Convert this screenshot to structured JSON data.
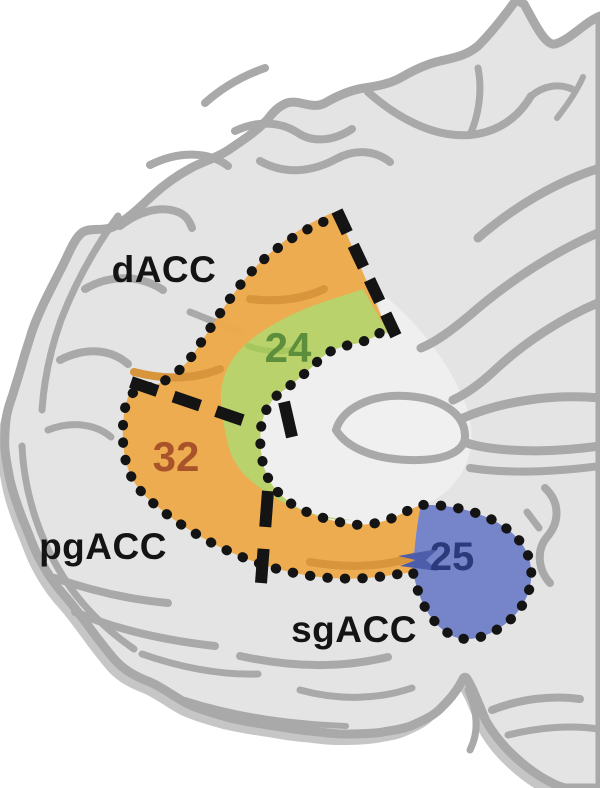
{
  "figure": {
    "background_color": "#ffffff"
  },
  "brain": {
    "cortex_color": "#e4e4e4",
    "sulci_color": "#a9a9a9",
    "shadow_color": "#c6c6c6",
    "callosum_color": "#f0f0f0"
  },
  "boundaries": {
    "dotted_color": "#141414",
    "dashed_color": "#141414"
  },
  "regions": {
    "dacc": {
      "label": "dACC",
      "label_color": "#141414"
    },
    "pgacc": {
      "label": "pgACC",
      "label_color": "#141414"
    },
    "sgacc": {
      "label": "sgACC",
      "label_color": "#141414"
    },
    "a24": {
      "label": "24",
      "color": "#b7d36d",
      "label_color": "#5d8e3b"
    },
    "a32": {
      "label": "32",
      "color": "#edaa4a",
      "label_color": "#a8532a"
    },
    "a25": {
      "label": "25",
      "color": "#7280c7",
      "label_color": "#2b3a7a"
    }
  }
}
